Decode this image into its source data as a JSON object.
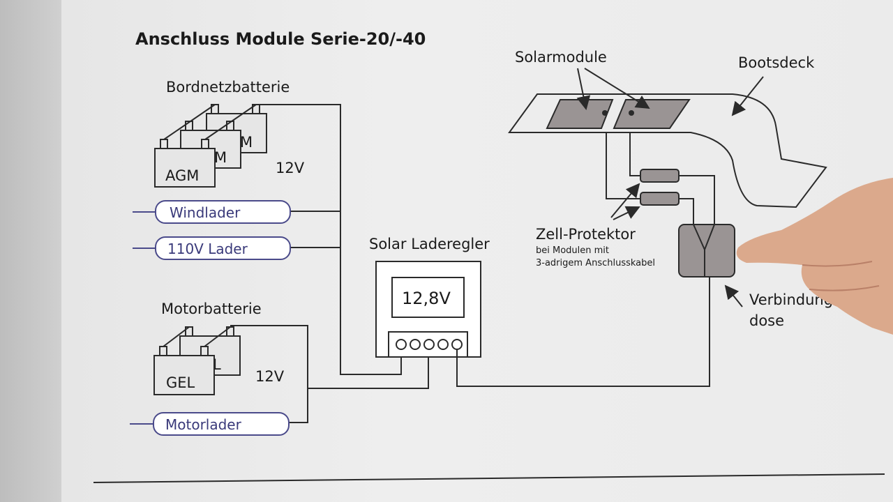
{
  "title": "Anschluss Module Serie-20/-40",
  "house_battery": {
    "heading": "Bordnetzbatterie",
    "type_label": "AGM",
    "type_label_partial": "M",
    "voltage": "12V"
  },
  "charger_wind": "Windlader",
  "charger_110v": "110V Lader",
  "motor_battery": {
    "heading": "Motorbatterie",
    "type_label": "GEL",
    "type_label_partial": "L",
    "voltage": "12V"
  },
  "charger_motor": "Motorlader",
  "regulator": {
    "heading": "Solar Laderegler",
    "display": "12,8V"
  },
  "solar_modules": "Solarmodule",
  "boat_deck": "Bootsdeck",
  "cell_protector": {
    "heading": "Zell-Protektor",
    "note_line1": "bei Modulen mit",
    "note_line2": "3-adrigem Anschlusskabel"
  },
  "junction_box": {
    "line1": "Verbindungs",
    "line2": "dose"
  },
  "colors": {
    "ink": "#2a2a2a",
    "charger_outline": "#4a4a8a",
    "module_grey": "#9a9494",
    "paper": "#eeeeee"
  }
}
